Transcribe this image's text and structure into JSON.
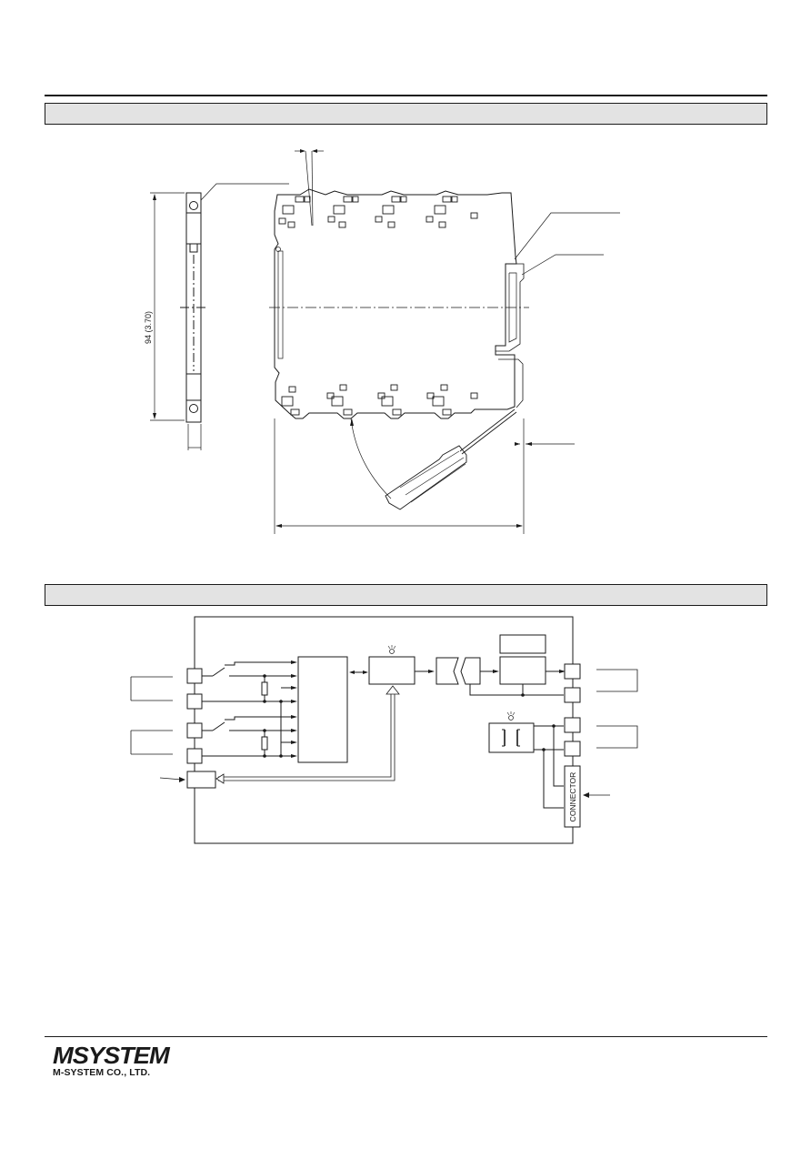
{
  "dimension_label": "94 (3.70)",
  "block_label": "CONNECTOR",
  "logo": {
    "mark": "MSYSTEM",
    "company": "M-SYSTEM CO., LTD."
  }
}
